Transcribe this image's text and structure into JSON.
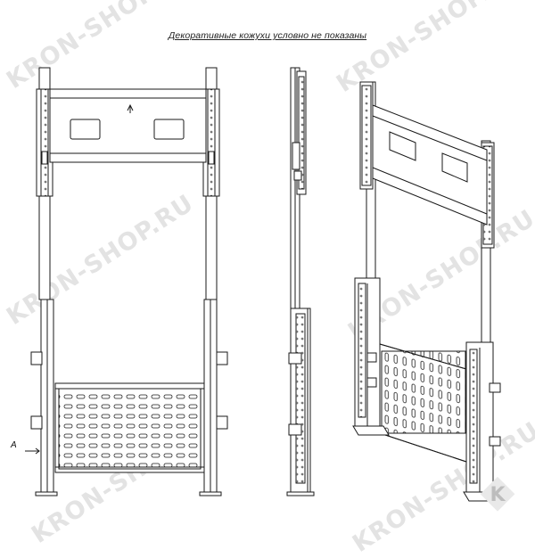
{
  "caption": "Декоративные кожухи условно не показаны",
  "view_label": "A",
  "watermark": "KRON-SHOP.RU",
  "logo_letter": "K",
  "colors": {
    "line": "#1a1a1a",
    "watermark": "#e3e3e3",
    "background": "#ffffff"
  }
}
